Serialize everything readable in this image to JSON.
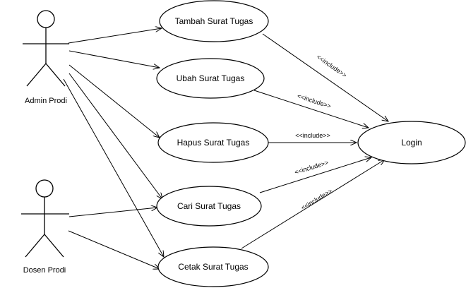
{
  "actors": {
    "admin": "Admin Prodi",
    "dosen": "Dosen Prodi"
  },
  "use_cases": {
    "tambah": "Tambah Surat Tugas",
    "ubah": "Ubah Surat Tugas",
    "hapus": "Hapus Surat Tugas",
    "cari": "Cari Surat Tugas",
    "cetak": "Cetak Surat Tugas",
    "login": "Login"
  },
  "relationships": {
    "include_label": "<<include>>",
    "associations": [
      {
        "from": "Admin Prodi",
        "to": "Tambah Surat Tugas"
      },
      {
        "from": "Admin Prodi",
        "to": "Ubah Surat Tugas"
      },
      {
        "from": "Admin Prodi",
        "to": "Hapus Surat Tugas"
      },
      {
        "from": "Admin Prodi",
        "to": "Cari Surat Tugas"
      },
      {
        "from": "Admin Prodi",
        "to": "Cetak Surat Tugas"
      },
      {
        "from": "Dosen Prodi",
        "to": "Cari Surat Tugas"
      },
      {
        "from": "Dosen Prodi",
        "to": "Cetak Surat Tugas"
      }
    ],
    "includes": [
      {
        "from": "Tambah Surat Tugas",
        "to": "Login"
      },
      {
        "from": "Ubah Surat Tugas",
        "to": "Login"
      },
      {
        "from": "Hapus Surat Tugas",
        "to": "Login"
      },
      {
        "from": "Cari Surat Tugas",
        "to": "Login"
      },
      {
        "from": "Cetak Surat Tugas",
        "to": "Login"
      }
    ]
  }
}
